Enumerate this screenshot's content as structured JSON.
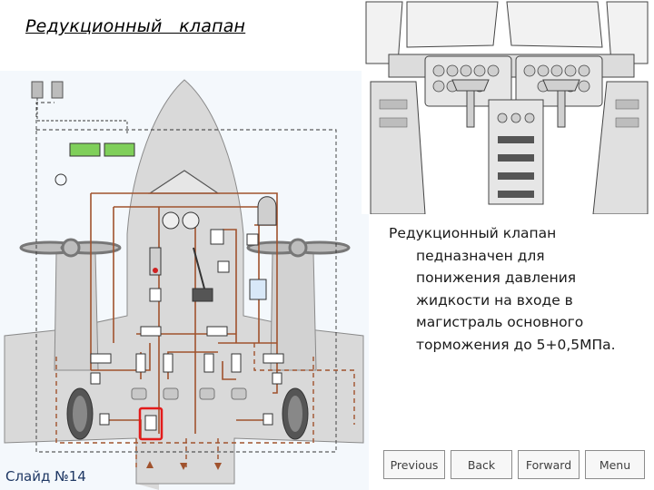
{
  "slide": {
    "title": "Редукционный   клапан",
    "description_lines": [
      "Редукционный клапан",
      "педназначен для",
      "понижения давления",
      "жидкости на входе в",
      "магистраль основного",
      "торможения до 5+0,5МПа."
    ],
    "slide_number": "Слайд №14"
  },
  "navigation": {
    "previous": "Previous",
    "back": "Back",
    "forward": "Forward",
    "menu": "Menu"
  },
  "colors": {
    "hydraulic_line": "#a0522d",
    "highlight": "#e31b1b",
    "panel_background": "#f4f8fc",
    "aircraft_fill": "#d9d9d9",
    "indicator_green": "#7fcf5a",
    "slide_number_text": "#1f3864"
  },
  "icons": [
    "pressure-gauge-icon",
    "hydraulic-accumulator-icon",
    "wheel-icon",
    "propeller-icon",
    "cockpit-illustration"
  ]
}
